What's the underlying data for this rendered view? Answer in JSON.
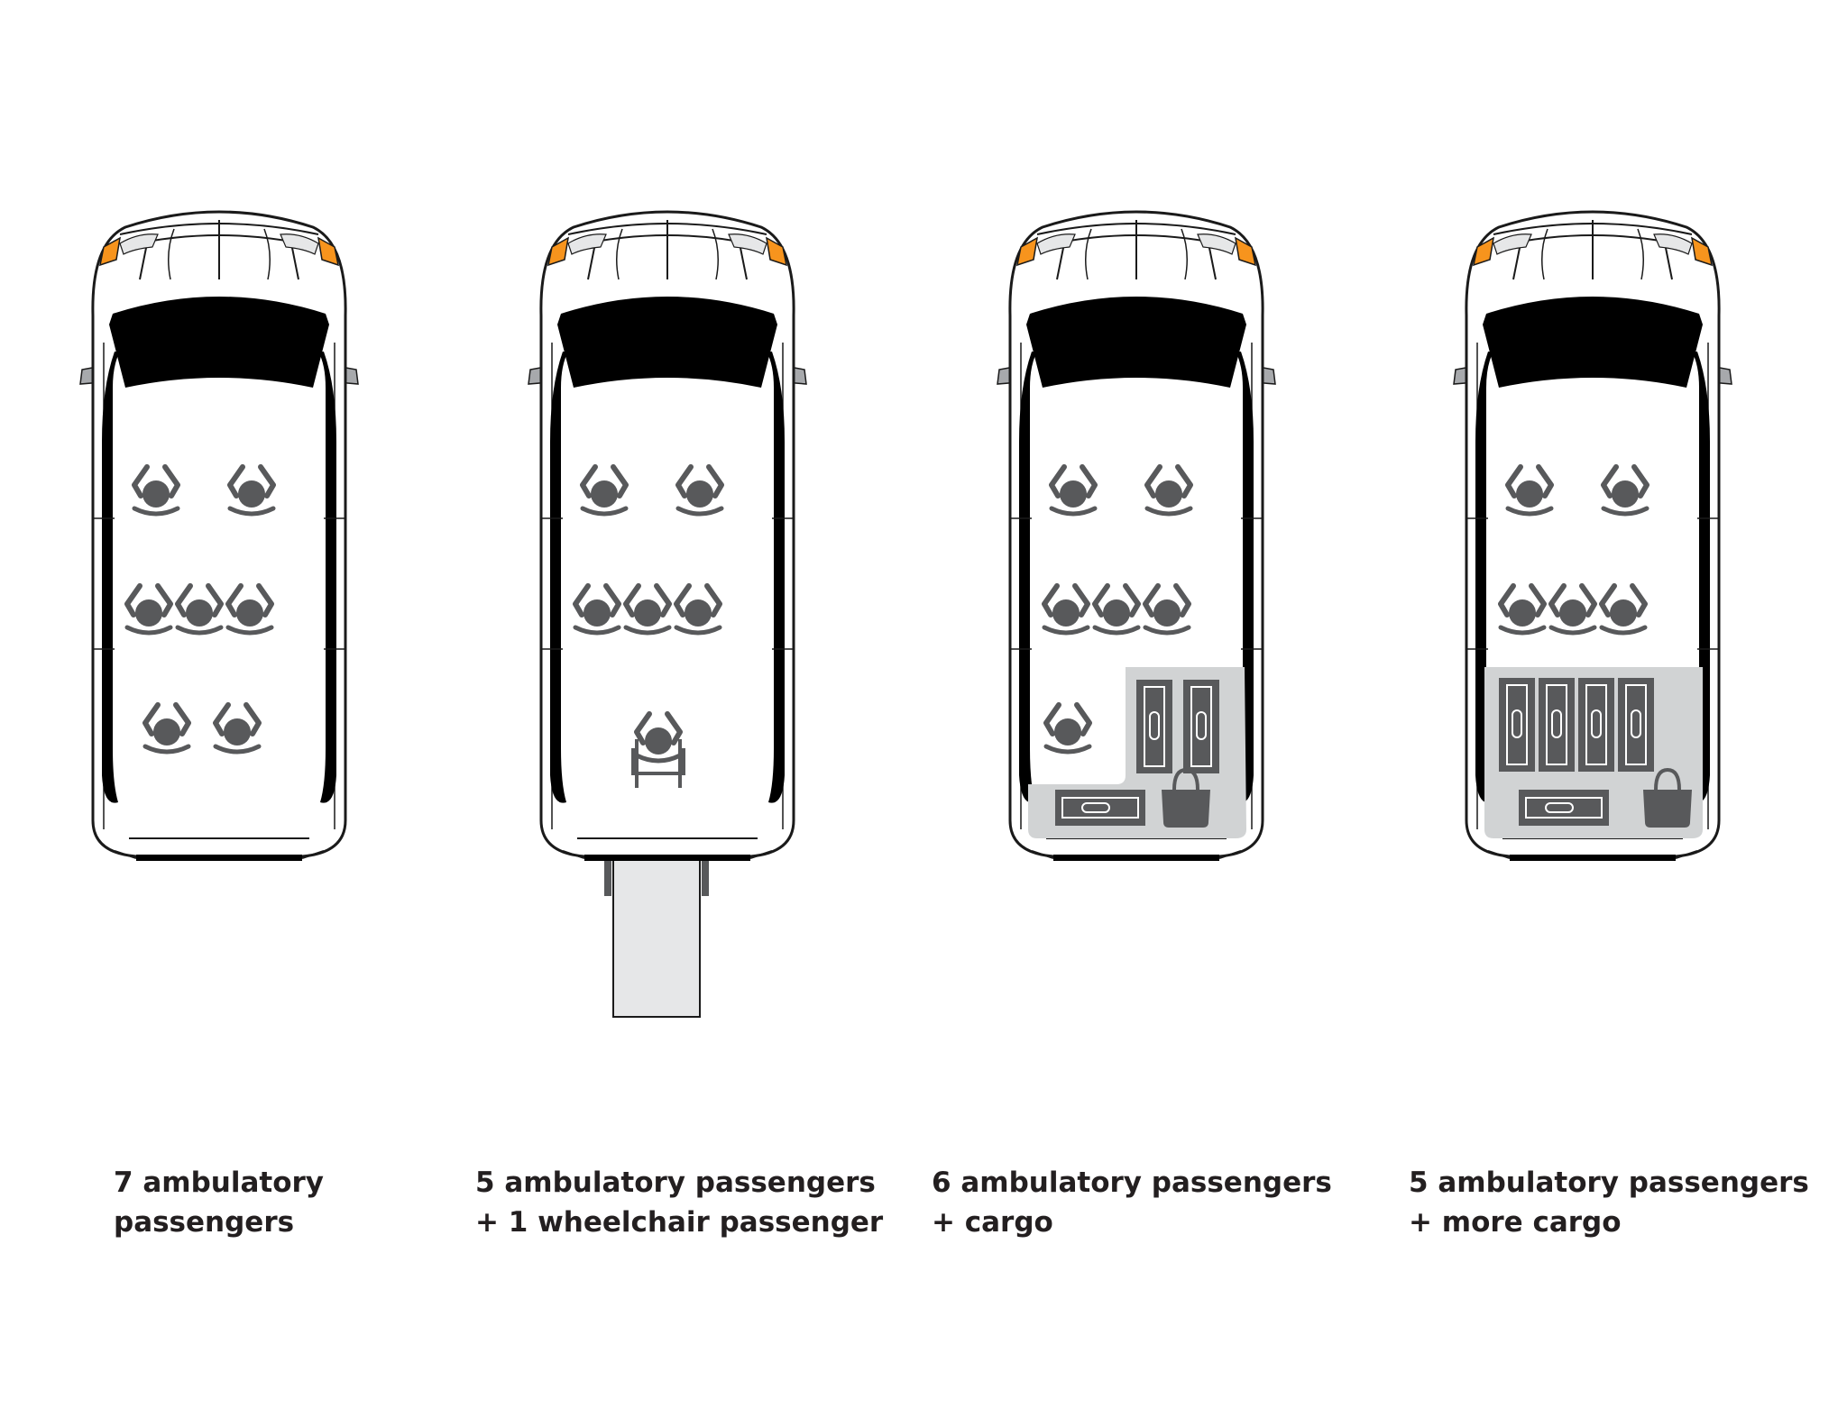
{
  "colors": {
    "outline": "#1a1a1a",
    "glass": "#000000",
    "body": "#ffffff",
    "icon": "#58595b",
    "cargo_area": "#d1d3d4",
    "ramp": "#e6e7e8",
    "indicator": "#f7941d",
    "mirror": "#a7a9ac"
  },
  "layouts": [
    {
      "caption_lines": [
        "7 ambulatory",
        "passengers"
      ],
      "seats": {
        "row1": 2,
        "row2": 3,
        "row3": 2
      },
      "wheelchair": false,
      "ramp": false,
      "cargo": "none"
    },
    {
      "caption_lines": [
        "5 ambulatory passengers",
        "+ 1 wheelchair passenger"
      ],
      "seats": {
        "row1": 2,
        "row2": 3,
        "row3": 0
      },
      "wheelchair": true,
      "ramp": true,
      "cargo": "none"
    },
    {
      "caption_lines": [
        "6 ambulatory passengers",
        "+ cargo"
      ],
      "seats": {
        "row1": 2,
        "row2": 3,
        "row3": 1
      },
      "wheelchair": false,
      "ramp": false,
      "cargo": "standard",
      "cargo_items": {
        "upright_cases": 2,
        "flat_cases": 1,
        "bags": 1
      }
    },
    {
      "caption_lines": [
        "5 ambulatory passengers",
        "+ more cargo"
      ],
      "seats": {
        "row1": 2,
        "row2": 3,
        "row3": 0
      },
      "wheelchair": false,
      "ramp": false,
      "cargo": "extended",
      "cargo_items": {
        "upright_cases": 4,
        "flat_cases": 1,
        "bags": 1
      }
    }
  ]
}
